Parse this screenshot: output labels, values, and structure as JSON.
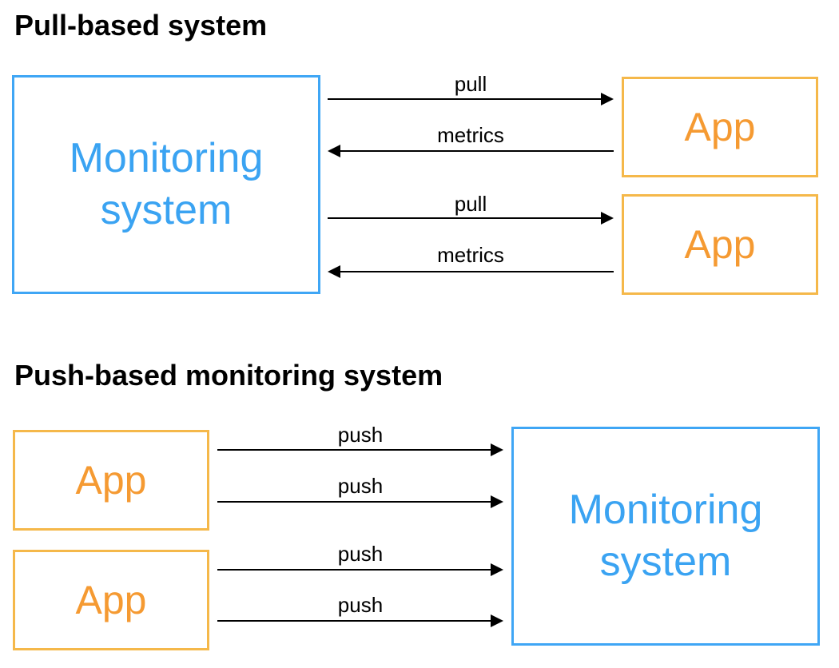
{
  "pull_section": {
    "title": "Pull-based system",
    "monitor_label": {
      "line1": "Monitoring",
      "line2": "system"
    },
    "apps": [
      "App",
      "App"
    ],
    "edges": [
      "pull",
      "metrics",
      "pull",
      "metrics"
    ]
  },
  "push_section": {
    "title": "Push-based monitoring system",
    "monitor_label": {
      "line1": "Monitoring",
      "line2": "system"
    },
    "apps": [
      "App",
      "App"
    ],
    "edges": [
      "push",
      "push",
      "push",
      "push"
    ]
  },
  "colors": {
    "monitor_border": "#3fa6f5",
    "monitor_text": "#3aa3f2",
    "app_border": "#f5b84a",
    "app_text": "#f59a32",
    "arrow": "#000000"
  }
}
